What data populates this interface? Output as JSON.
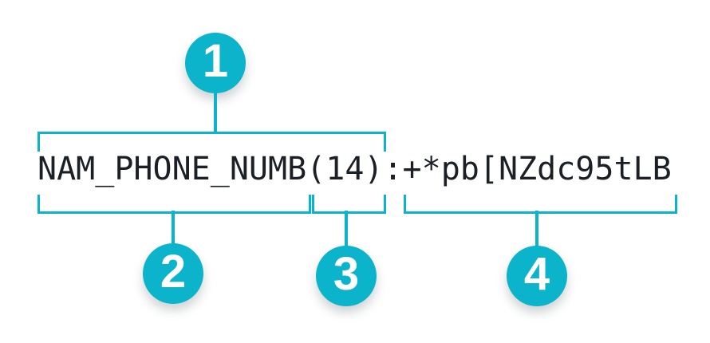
{
  "token": {
    "value": "NAM_PHONE_NUMB(14):+*pb[NZdc95tLB"
  },
  "callouts": [
    {
      "number": "1",
      "refers_to": "NAM_PHONE_NUMB(14)"
    },
    {
      "number": "2",
      "refers_to": "NAM_PHONE_NUMB"
    },
    {
      "number": "3",
      "refers_to": "(14)"
    },
    {
      "number": "4",
      "refers_to": "+*pb[NZdc95tLB"
    }
  ],
  "colors": {
    "accent": "#0cb4cb",
    "text": "#1b2026",
    "callout_number": "#ffffff",
    "background": "#ffffff"
  }
}
